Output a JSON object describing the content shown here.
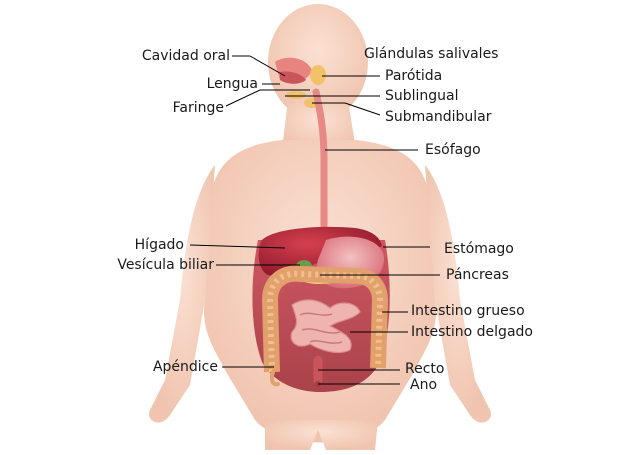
{
  "labels": {
    "cavidad_oral": "Cavidad oral",
    "lengua": "Lengua",
    "faringe": "Faringe",
    "glandulas_salivales": "Glándulas salivales",
    "parotida": "Parótida",
    "sublingual": "Sublingual",
    "submandibular": "Submandibular",
    "esofago": "Esófago",
    "higado": "Hígado",
    "vesicula_biliar": "Vesícula biliar",
    "estomago": "Estómago",
    "pancreas": "Páncreas",
    "intestino_grueso": "Intestino grueso",
    "intestino_delgado": "Intestino delgado",
    "apendice": "Apéndice",
    "recto": "Recto",
    "ano": "Ano"
  },
  "colors": {
    "skin": "#f6d3c0",
    "skin_shadow": "#e9b8a3",
    "liver": "#b3263a",
    "stomach": "#d85a62",
    "colon": "#e2a06c",
    "small_intestine": "#f0b4b0",
    "esophagus": "#e78a86",
    "gland": "#f2c26a",
    "leader_line": "#000000"
  }
}
